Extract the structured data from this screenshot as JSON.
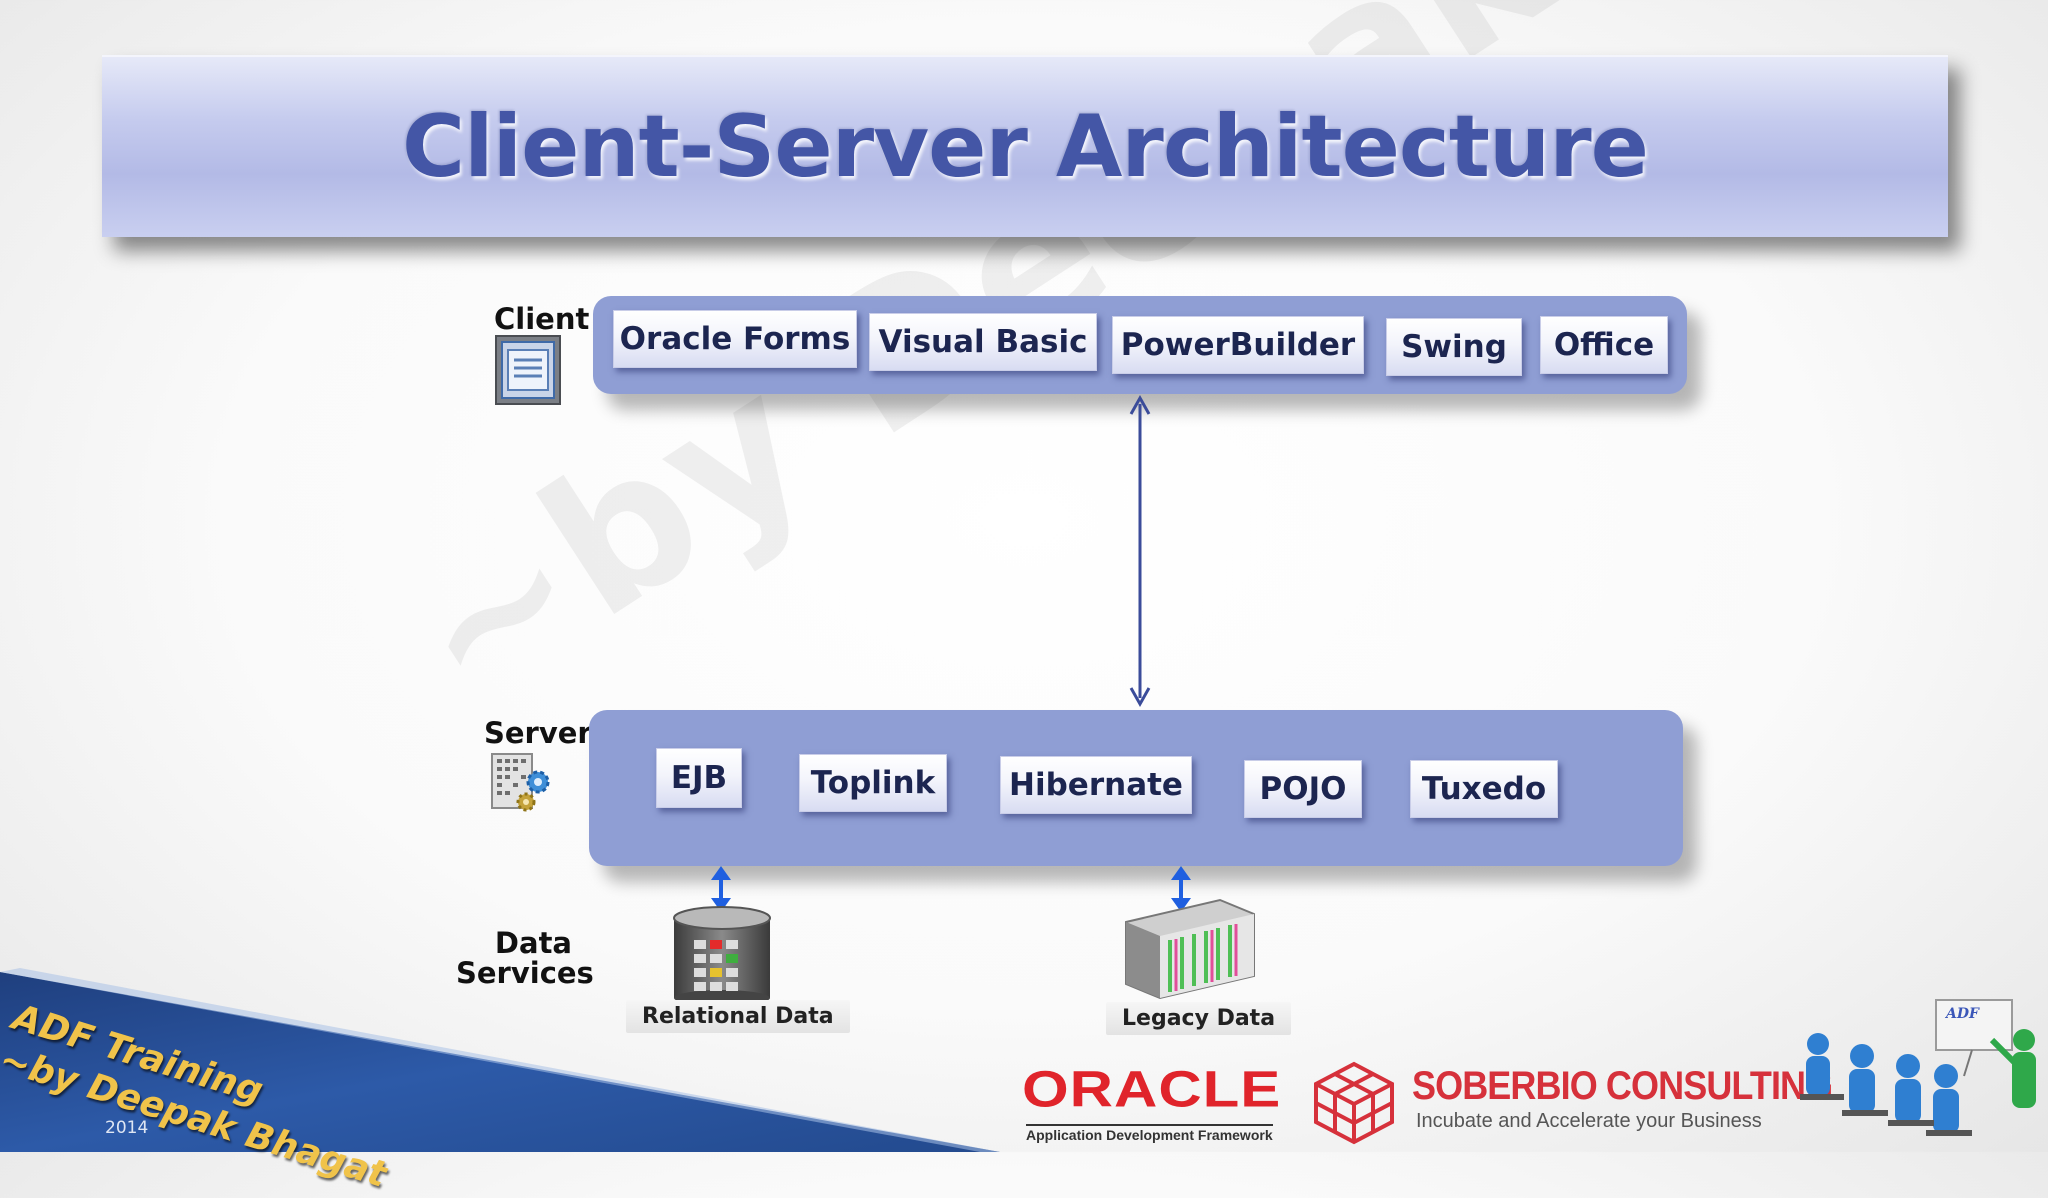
{
  "title": "Client-Server Architecture",
  "watermark": "~by Deepak Bhagat",
  "tiers": {
    "client": {
      "label": "Client",
      "icon": "client-window-icon",
      "items": [
        "Oracle Forms",
        "Visual Basic",
        "PowerBuilder",
        "Swing",
        "Office"
      ]
    },
    "server": {
      "label": "Server",
      "icon": "server-gear-icon",
      "items": [
        "EJB",
        "Toplink",
        "Hibernate",
        "POJO",
        "Tuxedo"
      ]
    },
    "data_services": {
      "label_line1": "Data",
      "label_line2": "Services",
      "stores": [
        {
          "caption": "Relational Data",
          "icon": "database-cylinder-icon"
        },
        {
          "caption": "Legacy Data",
          "icon": "legacy-server-rack-icon"
        }
      ]
    }
  },
  "footer": {
    "ribbon_line1": "ADF Training",
    "ribbon_line2": "~by Deepak Bhagat",
    "ribbon_year": "2014",
    "oracle_logo": "ORACLE",
    "oracle_sub": "Application Development Framework",
    "company_name": "SOBERBIO CONSULTING",
    "company_tagline": "Incubate and Accelerate your Business",
    "training_icon": "classroom-people-icon"
  },
  "colors": {
    "title": "#4456a6",
    "panel": "#8f9ed4",
    "arrow_main": "#3b4c9a",
    "arrow_data": "#1f5fe0",
    "oracle_red": "#e0242b",
    "soberbio_red": "#d6313b",
    "ribbon_blue": "#2d5aa8"
  }
}
